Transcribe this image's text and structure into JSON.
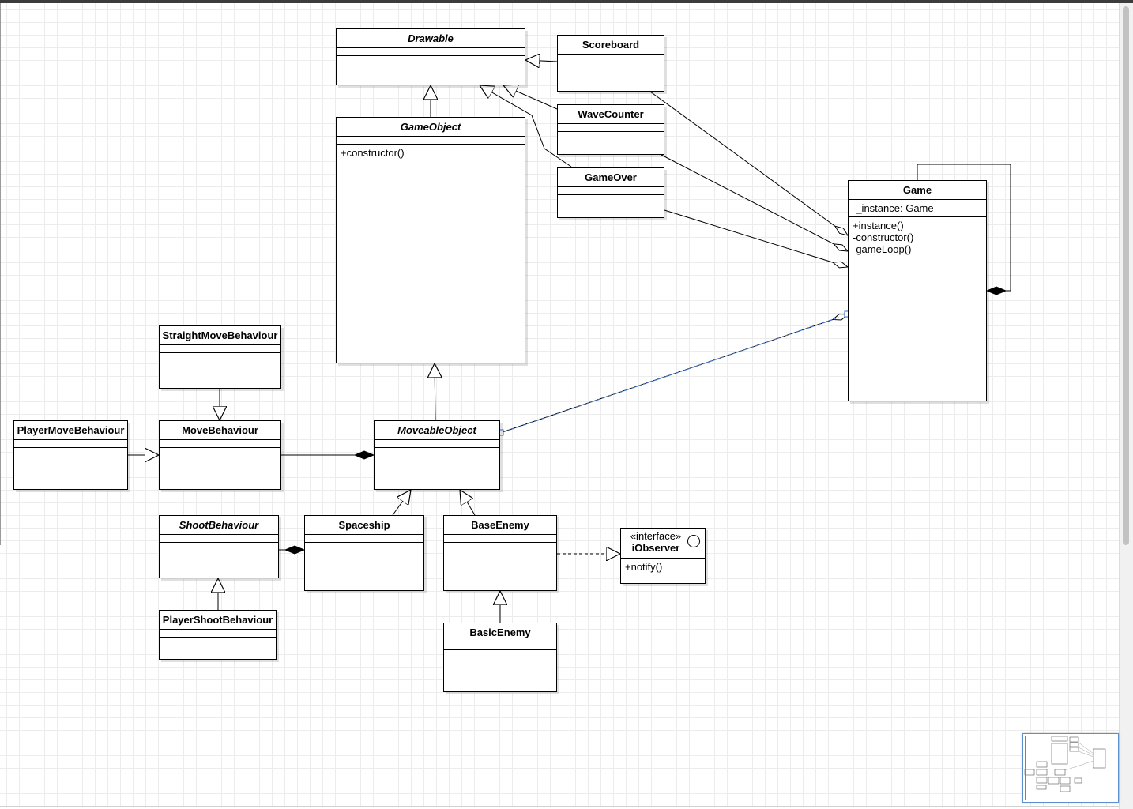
{
  "classes": {
    "drawable": {
      "name": "Drawable"
    },
    "scoreboard": {
      "name": "Scoreboard"
    },
    "wavecounter": {
      "name": "WaveCounter"
    },
    "gameover": {
      "name": "GameOver"
    },
    "gameobject": {
      "name": "GameObject",
      "methods": [
        "+constructor()"
      ]
    },
    "game": {
      "name": "Game",
      "attributes": [
        "-_instance: Game"
      ],
      "methods": [
        "+instance()",
        "-constructor()",
        "-gameLoop()"
      ]
    },
    "straightmove": {
      "name": "StraightMoveBehaviour"
    },
    "playermove": {
      "name": "PlayerMoveBehaviour"
    },
    "movebehaviour": {
      "name": "MoveBehaviour"
    },
    "moveableobject": {
      "name": "MoveableObject"
    },
    "shootbehaviour": {
      "name": "ShootBehaviour"
    },
    "spaceship": {
      "name": "Spaceship"
    },
    "baseenemy": {
      "name": "BaseEnemy"
    },
    "iobserver": {
      "stereotype": "«interface»",
      "name": "iObserver",
      "methods": [
        "+notify()"
      ]
    },
    "playershoot": {
      "name": "PlayerShootBehaviour"
    },
    "basicenemy": {
      "name": "BasicEnemy"
    }
  }
}
